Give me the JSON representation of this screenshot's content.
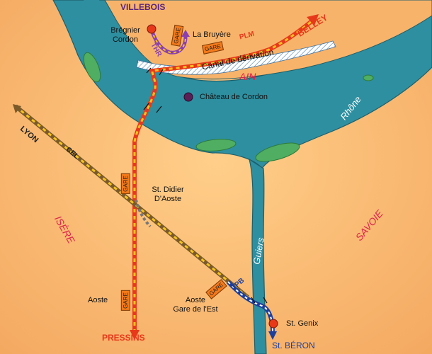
{
  "regions": {
    "ain": "AIN",
    "isere": "ISÈRE",
    "savoie": "SAVOIE"
  },
  "waterways": {
    "rhone": "Rhône",
    "guiers": "Guiers",
    "canal": "Canal de dérivation"
  },
  "places": {
    "villebois": "VILLEBOIS",
    "bregnier_line1": "Brégnier",
    "bregnier_line2": "Cordon",
    "la_bruyere": "La Bruyère",
    "chateau": "Château de Cordon",
    "st_didier_line1": "St. Didier",
    "st_didier_line2": "D'Aoste",
    "aoste": "Aoste",
    "aoste_est_line1": "Aoste",
    "aoste_est_line2": "Gare de l'Est",
    "st_genix": "St. Genix"
  },
  "destinations": {
    "belley": "BELLEY",
    "pressins": "PRESSINS",
    "st_beron": "St. BÉRON",
    "lyon": "LYON"
  },
  "rail_lines": {
    "plm": "PLM",
    "thr": "THR",
    "cel": "CEL",
    "tpb": "TPB"
  },
  "gare_label": "GARE",
  "colors": {
    "land": "#f7b36a",
    "river": "#2e8fa0",
    "plm_red": "#e8381a",
    "plm_yellow": "#f5c31c",
    "thr_purple": "#8a3fb0",
    "cel_brown": "#7a5a2a",
    "tpb_blue": "#1d3f9c",
    "station_red": "#e8381a"
  }
}
